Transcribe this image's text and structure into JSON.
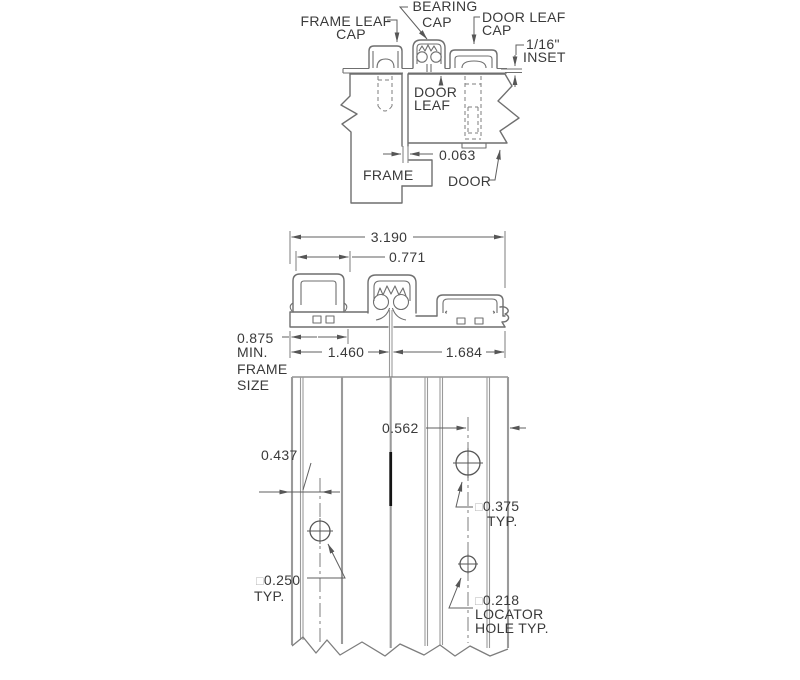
{
  "meta": {
    "title": "Continuous geared hinge installation drawing",
    "background": "#ffffff"
  },
  "colors": {
    "outline": "#6f6f6f",
    "light_line": "#9a9a9a",
    "text": "#3a3a3a",
    "pin_highlight": "#141414",
    "hole_symbol": "#b5b5b5"
  },
  "top_detail": {
    "callouts": {
      "frame_leaf_cap": [
        "FRAME LEAF",
        "CAP"
      ],
      "bearing_cap": [
        "BEARING",
        "CAP"
      ],
      "door_leaf_cap": [
        "DOOR LEAF",
        "CAP"
      ],
      "inset": [
        "1/16\"",
        "INSET"
      ],
      "door_leaf": [
        "DOOR",
        "LEAF"
      ],
      "frame": "FRAME",
      "door": "DOOR"
    },
    "dimensions": {
      "leaf_gap": "0.063"
    }
  },
  "section_view": {
    "dimensions": {
      "overall_width": "3.190",
      "cap_width": "0.771",
      "frame_side": "0.875",
      "frame_side_qualifier": "MIN.",
      "frame_leaf_width": "1.460",
      "door_leaf_width": "1.684"
    },
    "labels": {
      "frame_size": [
        "FRAME",
        "SIZE"
      ]
    }
  },
  "face_view": {
    "dimensions": {
      "edge_to_hole_center": "0.437",
      "hole_center_to_edge": "0.562"
    },
    "holes": {
      "door_hole": {
        "symbol": "□",
        "size": "0.375",
        "qualifier": "TYP."
      },
      "frame_hole": {
        "symbol": "□",
        "size": "0.250",
        "qualifier": "TYP."
      },
      "locator_hole": {
        "symbol": "□",
        "size": "0.218",
        "label": [
          "LOCATOR",
          "HOLE TYP."
        ]
      }
    }
  }
}
